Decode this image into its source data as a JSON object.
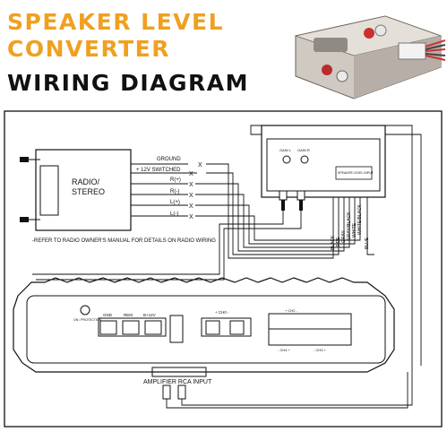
{
  "title": {
    "line1": "SPEAKER LEVEL",
    "line2": "CONVERTER",
    "line3": "WIRING DIAGRAM"
  },
  "radio": {
    "label_line1": "RADIO/",
    "label_line2": "STEREO",
    "outputs": [
      "GROUND",
      "+ 12V SWITCHED",
      "R(+)",
      "R(-)",
      "L(+)",
      "L(-)"
    ],
    "terminal_mark": "X",
    "note": "-REFER TO RADIO OWNER'S MANUAL FOR DETAILS ON RADIO WIRING"
  },
  "converter": {
    "gain_l": "GAIN L",
    "gain_r": "GAIN R",
    "input_label": "SPEAKER LEVEL INPUT",
    "wire_labels": [
      "BLACK",
      "RDE",
      "GRAY",
      "GRAY/BLACK",
      "WHITE",
      "WHITE/BLACK",
      "BLUE"
    ]
  },
  "amplifier": {
    "protection": "ON / PROTECTION",
    "power_labels": [
      "GND",
      "REM",
      "B+12V"
    ],
    "ch0_label": "+ CH0 -",
    "speaker_top": "+ CH2 -",
    "speaker_bottom": "- CH4 +",
    "speaker_bottom2": "- CH3 +",
    "rca_label": "AMPLIFIER RCA INPUT"
  },
  "colors": {
    "title_accent": "#f0a020",
    "title_dark": "#111111",
    "line": "#111111"
  }
}
